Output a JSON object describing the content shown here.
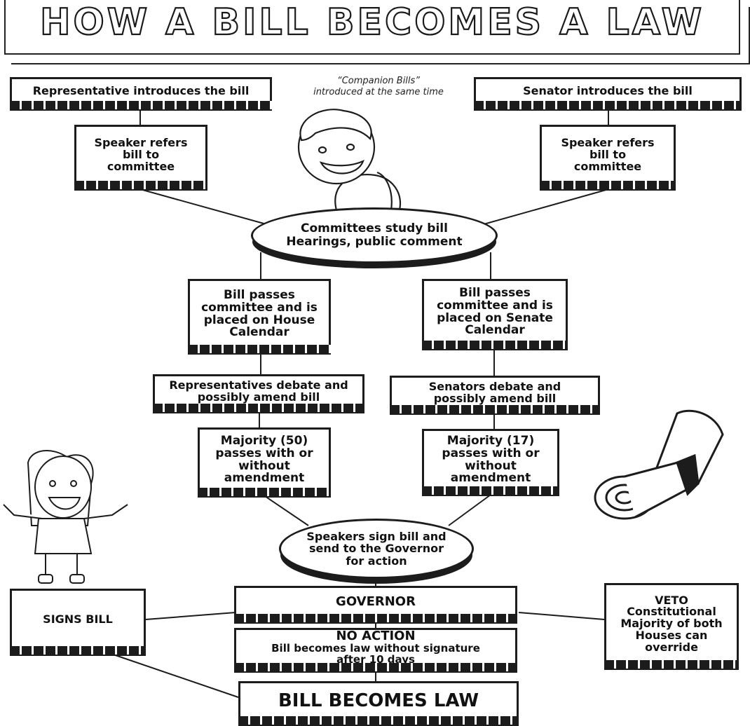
{
  "title": "HOW A BILL BECOMES A LAW",
  "note": {
    "line1": "“Companion Bills”",
    "line2": "introduced at the same time"
  },
  "nodes": {
    "rep_introduces": "Representative introduces the bill",
    "senator_introduces": "Senator introduces the bill",
    "speaker_refers_left": "Speaker refers bill to committee",
    "speaker_refers_right": "Speaker refers bill to committee",
    "committees_study": "Committees study bill Hearings, public comment",
    "house_calendar": "Bill passes committee and is placed on House Calendar",
    "senate_calendar": "Bill passes committee and is placed on Senate Calendar",
    "reps_debate": "Representatives debate and possibly amend bill",
    "senators_debate": "Senators debate and possibly amend bill",
    "majority_house": "Majority (50) passes with or without amendment",
    "majority_senate": "Majority (17) passes with or without amendment",
    "speakers_sign": "Speakers sign bill and send to the Governor for action",
    "governor": "GOVERNOR",
    "signs_bill": "SIGNS BILL",
    "no_action_title": "NO ACTION",
    "no_action_text": "Bill becomes law without signature after 10 days",
    "veto": "VETO Constitutional Majority of both Houses can override",
    "becomes_law": "BILL BECOMES LAW"
  },
  "icons": [
    "boy-illustration-icon",
    "girl-illustration-icon",
    "rolled-scroll-icon"
  ]
}
